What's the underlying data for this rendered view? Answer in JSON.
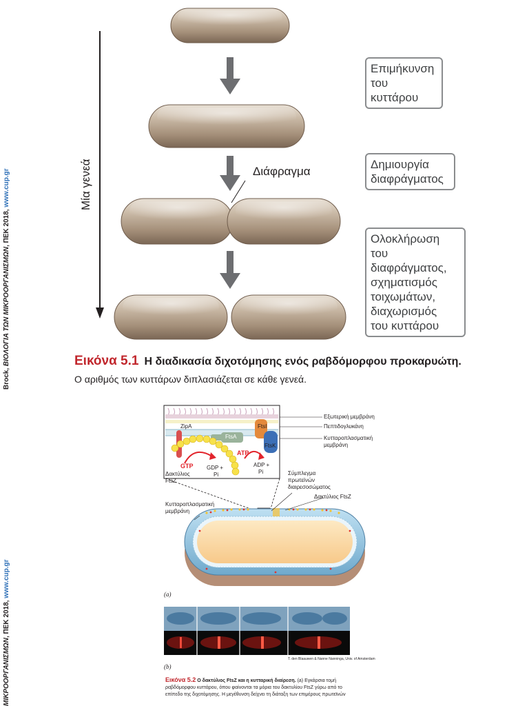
{
  "side_credit": {
    "top": {
      "prefix": "Brock, ",
      "title": "ΒΙΟΛΟΓΙΑ ΤΩΝ ΜΙΚΡΟΟΡΓΑΝΙΣΜΩΝ",
      "suffix": ", ΠΕΚ 2018, ",
      "url": "www.cup.gr"
    },
    "bottom": {
      "title": "ΜΙΚΡΟΟΡΓΑΝΙΣΜΩΝ",
      "suffix": ", ΠΕΚ 2018, ",
      "url": "www.cup.gr"
    }
  },
  "figure1": {
    "generation_label": "Μία γενεά",
    "septum_label": "Διάφραγμα",
    "steps": [
      {
        "lines": [
          "Επιμήκυνση",
          "του",
          "κυττάρου"
        ]
      },
      {
        "lines": [
          "Δημιουργία",
          "διαφράγματος"
        ]
      },
      {
        "lines": [
          "Ολοκλήρωση",
          "του",
          "διαφράγματος,",
          "σχηματισμός",
          "τοιχωμάτων,",
          "διαχωρισμός",
          "του κυττάρου"
        ]
      }
    ],
    "caption_number": "Εικόνα 5.1",
    "caption_title": "Η διαδικασία διχοτόμησης ενός ραβδόμορφου προκαρυώτη.",
    "caption_text": "Ο αριθμός των κυττάρων διπλασιάζεται σε κάθε γενεά."
  },
  "figure2": {
    "layers": [
      "Εξωτερική μεμβράνη",
      "Πεπτιδογλυκάνη",
      "Κυτταροπλασματική μεμβράνη"
    ],
    "proteins": {
      "zipa": "ZipA",
      "ftsi": "FtsI",
      "ftsa": "FtsA",
      "ftsk": "FtsK"
    },
    "gtp": "GTP",
    "atp": "ATP",
    "gdp": "GDP +",
    "adp": "ADP +",
    "pi": "Pi",
    "ring_label_inset": "Δακτύλιος FtsZ",
    "divisome_label": "Σύμπλεγμα πρωτεϊνών διαιρεσοσώματος",
    "ftsz_ring_label": "Δακτύλιος FtsZ",
    "membrane_label": "Κυτταροπλασματική μεμβράνη",
    "panel_a": "(a)",
    "panel_b": "(b)",
    "photo_credit": "T. den Blaauwen & Nanne Nanninga, Univ. of Amsterdam",
    "caption_number": "Εικόνα 5.2",
    "caption_title": "Ο δακτύλιος FtsZ και η κυτταρική διαίρεση.",
    "caption_text": "(a) Εγκάρσια τομή ραβδόμορφου κυττάρου, όπου φαίνονται τα μόρια του δακτυλίου FtsZ γύρω από το επίπεδο της διχοτόμησης. Η μεγέθυνση δείχνει τη διάταξη των επιμέρους πρωτεϊνών"
  }
}
